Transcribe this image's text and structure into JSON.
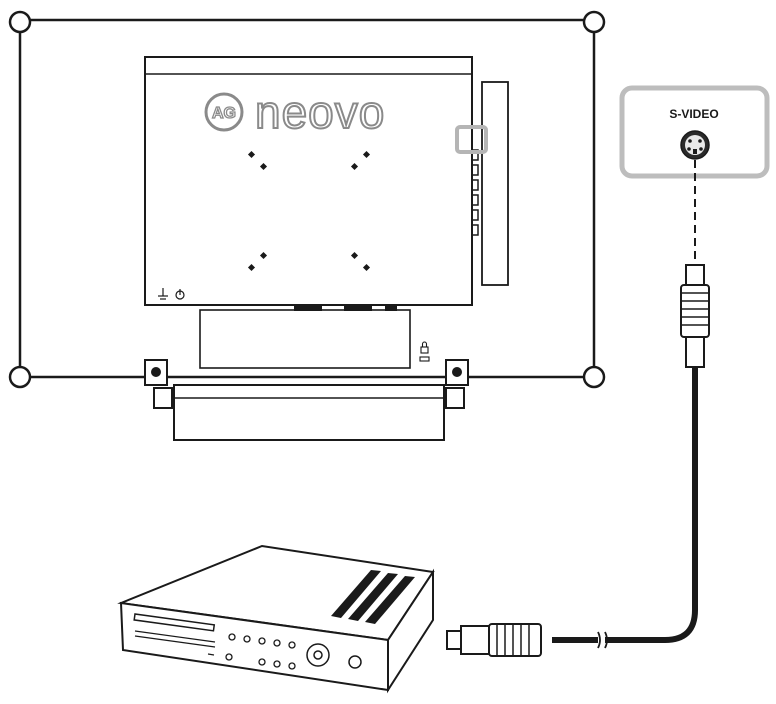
{
  "brand": {
    "logo_mark": "AG",
    "logo_text": "neovo",
    "logo_name": "ag-neovo-logo"
  },
  "port_callout": {
    "label": "S-VIDEO",
    "icon": "s-video-port-icon"
  },
  "colors": {
    "line": "#1a1a1a",
    "callout_border": "#bdbdbd",
    "highlight_border": "#b5b5b5",
    "background": "#ffffff"
  },
  "elements": {
    "monitor": "monitor-rear-panel",
    "player": "dvd-player-device",
    "cable": "s-video-cable"
  }
}
